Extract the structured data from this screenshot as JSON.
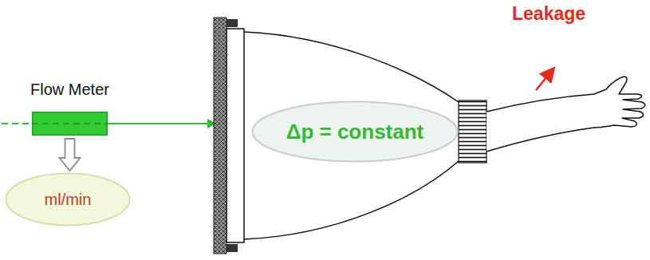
{
  "diagram": {
    "nodes": [
      {
        "text": [
          "Flow Meter"
        ]
      },
      {
        "text": [
          "ml/min"
        ]
      },
      {
        "text": [
          "Δp = constant"
        ]
      }
    ],
    "edges": [
      {
        "from": 0,
        "to": 1,
        "arrow": "to"
      }
    ],
    "labels": [
      "Leakage"
    ]
  }
}
